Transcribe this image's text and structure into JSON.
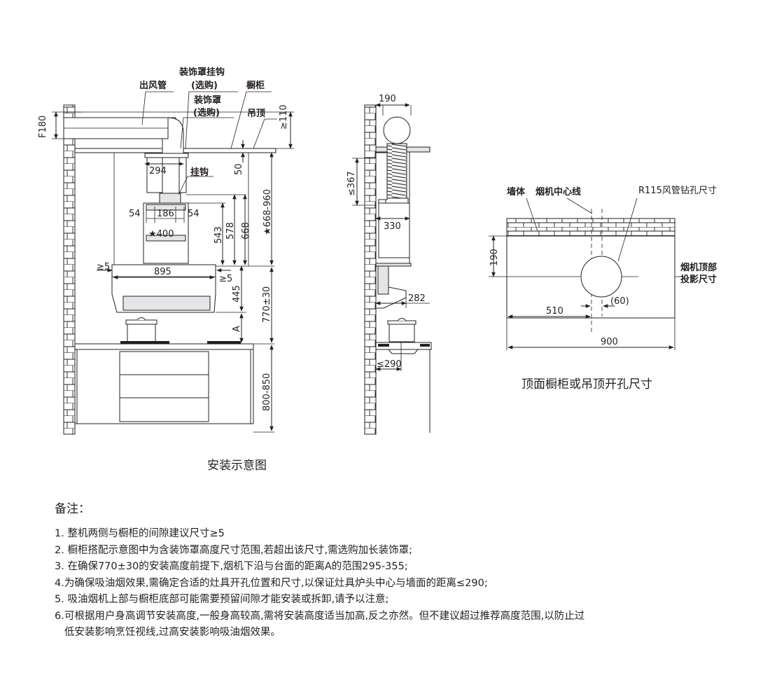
{
  "installation": {
    "caption": "安装示意图",
    "labels": {
      "duct": "出风管",
      "cover_hook": "装饰罩挂钩",
      "cover_hook_opt": "(选购)",
      "cover": "装饰罩",
      "cover_opt": "(选购)",
      "cabinet": "橱柜",
      "ceiling": "吊顶",
      "hook": "挂钩"
    },
    "dims": {
      "f180": "F180",
      "ge110": "≥110",
      "d294": "294",
      "d50": "50",
      "d54_left": "54",
      "d186": "186",
      "d54_right": "54",
      "star400": "★400",
      "d543": "543",
      "d578": "578",
      "d668": "668",
      "star668_960": "★668-960",
      "ge5_left": "≥5",
      "d895": "895",
      "ge5_right": "≥5",
      "d445": "445",
      "d770": "770±30",
      "a": "A",
      "d800_850": "800-850"
    }
  },
  "side_view": {
    "dims": {
      "d190": "190",
      "le367": "≤367",
      "d330": "330",
      "d282": "282",
      "le290": "≤290"
    }
  },
  "top_view": {
    "caption": "顶面橱柜或吊顶开孔尺寸",
    "labels": {
      "wall": "墙体",
      "centerline": "烟机中心线",
      "drill": "R115风管钻孔尺寸",
      "projection_1": "烟机顶部",
      "projection_2": "投影尺寸"
    },
    "dims": {
      "d190": "190",
      "d510": "510",
      "d60": "(60)",
      "d900": "900"
    }
  },
  "notes": {
    "title": "备注：",
    "items": [
      "1. 整机两侧与橱柜的间隙建议尺寸≥5",
      "2. 橱柜搭配示意图中为含装饰罩高度尺寸范围,若超出该尺寸,需选购加长装饰罩;",
      "3. 在确保770±30的安装高度前提下,烟机下沿与台面的距离A的范围295-355;",
      "4.为确保吸油烟效果,需确定合适的灶具开孔位置和尺寸,以保证灶具炉头中心与墙面的距离≤290;",
      "5. 吸油烟机上部与橱柜底部可能需要预留间隙才能安装或拆卸,请予以注意;",
      "6.可根据用户身高调节安装高度,一般身高较高,需将安装高度适当加高,反之亦然。但不建议超过推荐高度范围,以防止过",
      "   低安装影响烹饪视线,过高安装影响吸油烟效果。"
    ]
  }
}
